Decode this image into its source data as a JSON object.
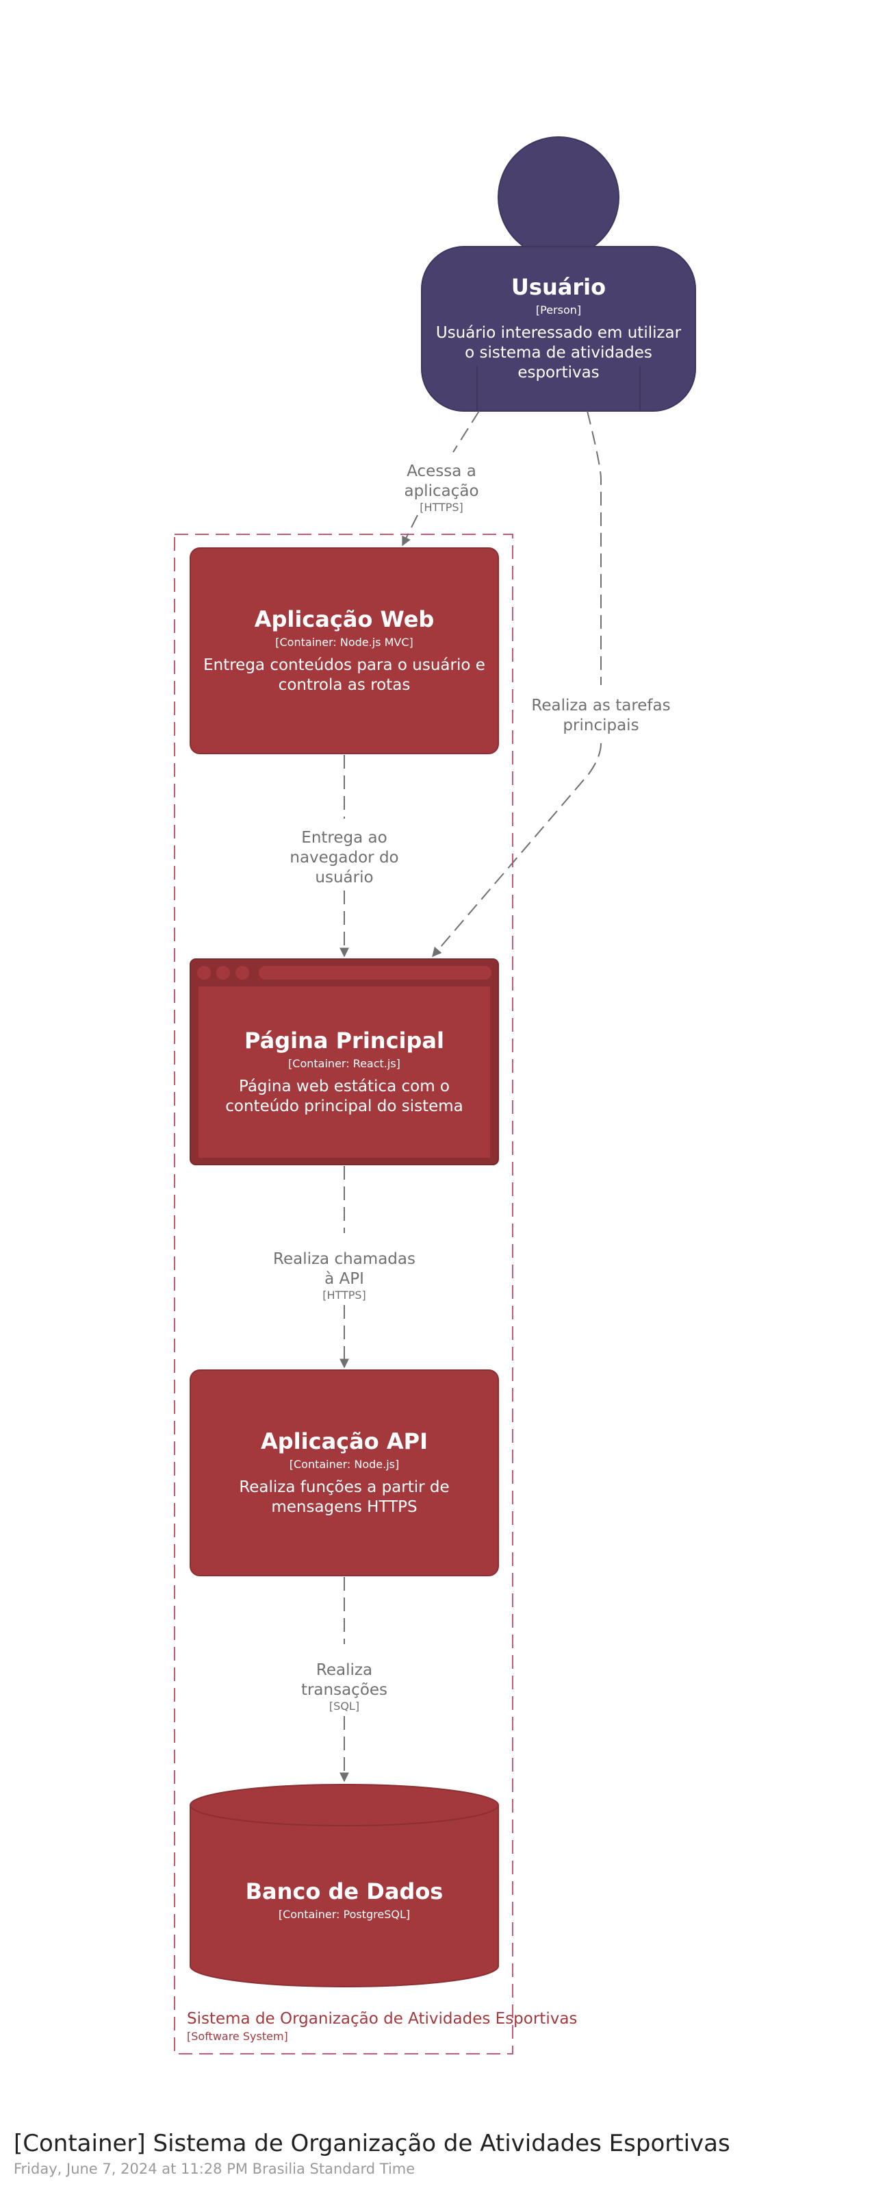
{
  "person": {
    "name": "Usuário",
    "type": "[Person]",
    "description_lines": [
      "Usuário interessado em utilizar",
      "o sistema de atividades",
      "esportivas"
    ]
  },
  "boundary": {
    "name": "Sistema de Organização de Atividades Esportivas",
    "type": "[Software System]"
  },
  "containers": {
    "web_app": {
      "name": "Aplicação Web",
      "type": "[Container: Node.js MVC]",
      "description_lines": [
        "Entrega conteúdos para o usuário e",
        "controla as rotas"
      ]
    },
    "main_page": {
      "name": "Página Principal",
      "type": "[Container: React.js]",
      "description_lines": [
        "Página web estática com o",
        "conteúdo principal do sistema"
      ]
    },
    "api": {
      "name": "Aplicação API",
      "type": "[Container: Node.js]",
      "description_lines": [
        "Realiza funções a partir de",
        "mensagens HTTPS"
      ]
    },
    "database": {
      "name": "Banco de Dados",
      "type": "[Container: PostgreSQL]"
    }
  },
  "relationships": {
    "person_to_web": {
      "label_lines": [
        "Acessa a",
        "aplicação"
      ],
      "tech": "[HTTPS]"
    },
    "person_to_page": {
      "label_lines": [
        "Realiza as tarefas",
        "principais"
      ]
    },
    "web_to_page": {
      "label_lines": [
        "Entrega ao",
        "navegador do",
        "usuário"
      ]
    },
    "page_to_api": {
      "label_lines": [
        "Realiza chamadas",
        "à API"
      ],
      "tech": "[HTTPS]"
    },
    "api_to_db": {
      "label_lines": [
        "Realiza",
        "transações"
      ],
      "tech": "[SQL]"
    }
  },
  "footer": {
    "title": "[Container] Sistema de Organização de Atividades Esportivas",
    "timestamp": "Friday, June 7, 2024 at 11:28 PM Brasilia Standard Time"
  },
  "colors": {
    "person": "#4a406e",
    "container": "#a3393d",
    "container_dark": "#8c2f33",
    "boundary": "#c65a72",
    "relationship": "#707070",
    "footer_title": "#222222",
    "footer_sub": "#9a9a9a"
  }
}
